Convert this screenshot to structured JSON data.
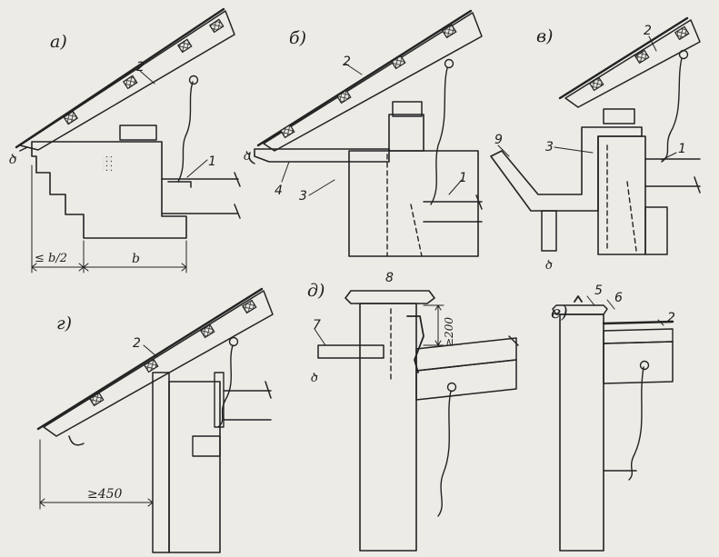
{
  "panels": {
    "a": {
      "letter": "а)",
      "callouts": [
        "2",
        "1"
      ],
      "dims": [
        "≤ b/2",
        "b"
      ],
      "glyph": "ծ"
    },
    "b": {
      "letter": "б)",
      "callouts": [
        "2",
        "1",
        "3",
        "4"
      ],
      "glyph": "ծ"
    },
    "v": {
      "letter": "в)",
      "callouts": [
        "2",
        "9",
        "3",
        "1"
      ],
      "glyph": "ծ"
    },
    "g": {
      "letter": "г)",
      "callouts": [
        "2"
      ],
      "dims": [
        "≥450"
      ]
    },
    "d": {
      "letter": "д)",
      "callouts": [
        "8",
        "7"
      ],
      "dims": [
        "≥200"
      ],
      "glyph": "ծ"
    },
    "e": {
      "letter": "е)",
      "callouts": [
        "5",
        "6",
        "2"
      ]
    }
  },
  "colors": {
    "ink": "#232323",
    "paper": "#ecebe6"
  },
  "icons": [
    "brick-wall-pattern",
    "wire-tie-icon",
    "timber-grain-pattern"
  ]
}
